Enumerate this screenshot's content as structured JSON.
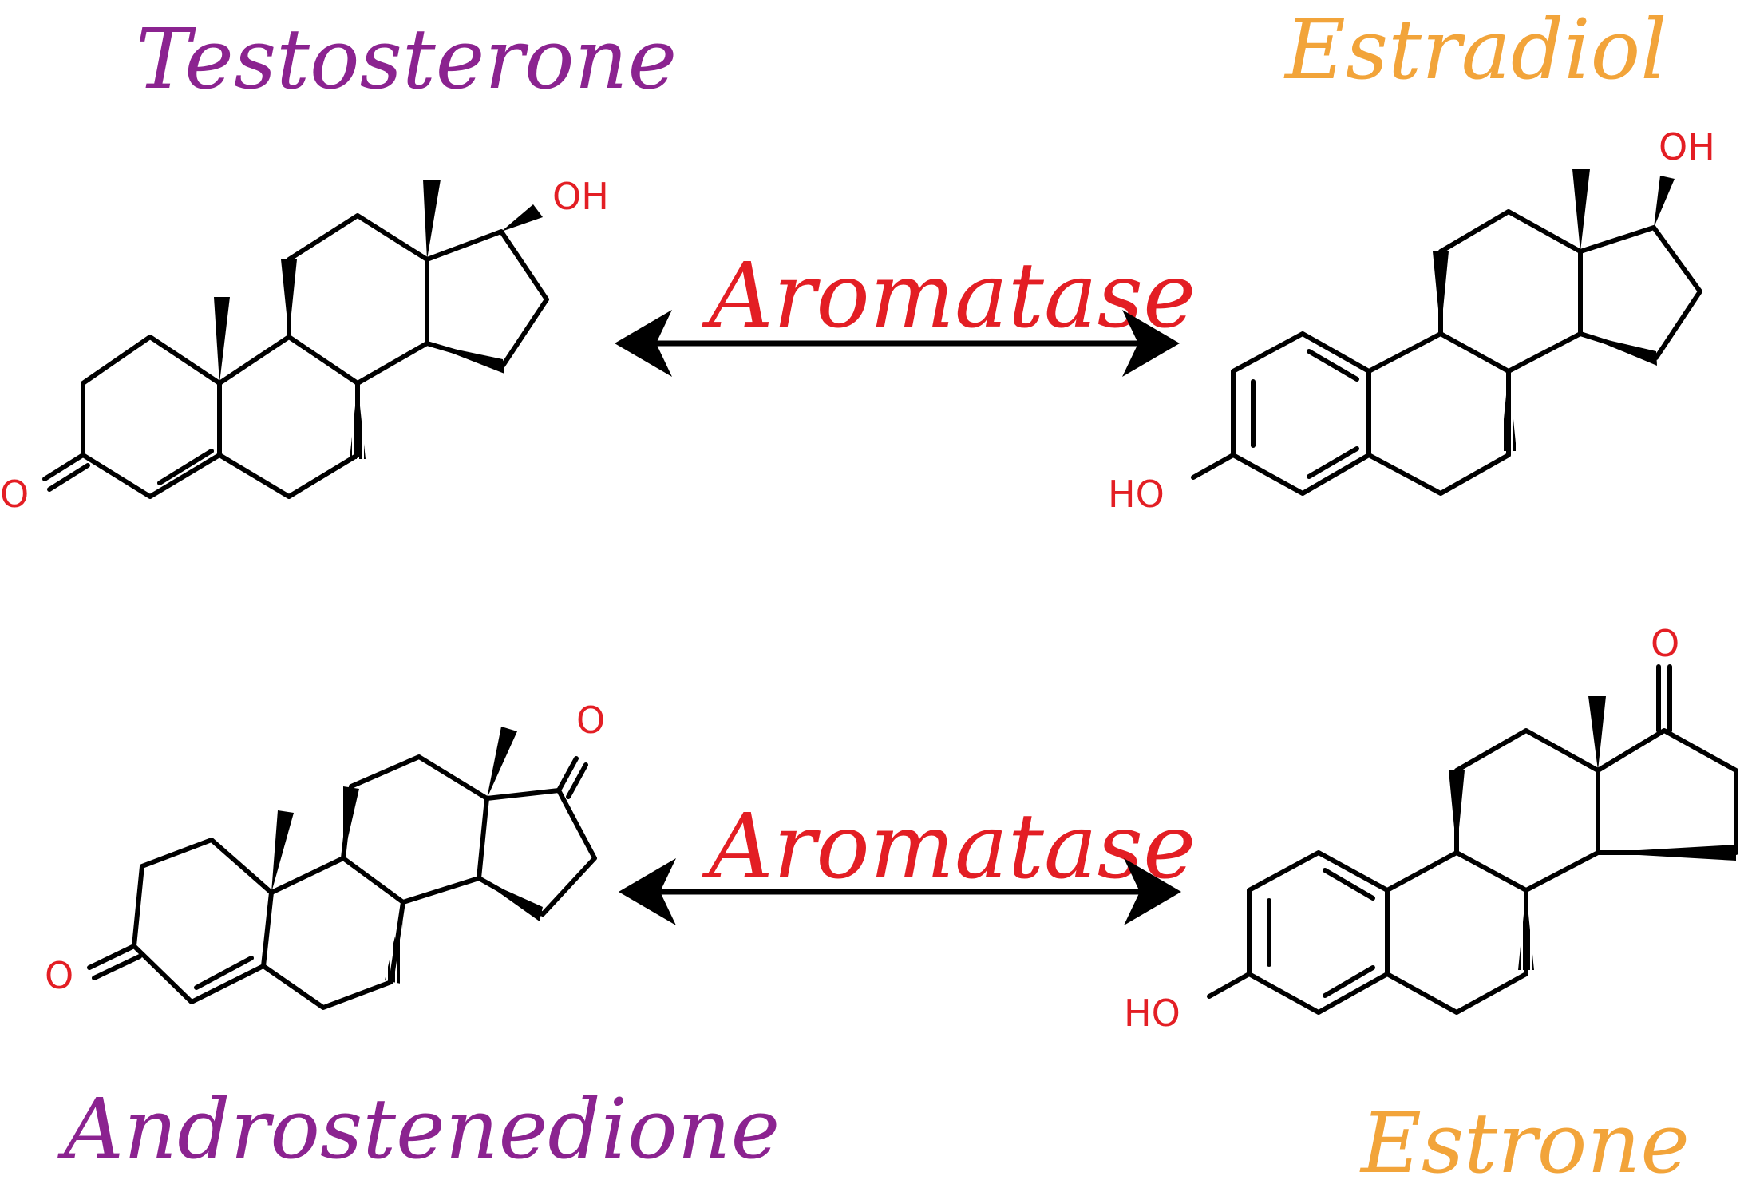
{
  "colors": {
    "androgen": "#8b2390",
    "estrogen": "#f2a43a",
    "enzyme": "#e31e24",
    "atom": "#e31e24",
    "bond": "#000000"
  },
  "molecules": {
    "testosterone": {
      "name": "Testosterone",
      "atoms": {
        "oh": "OH",
        "o": "O"
      }
    },
    "estradiol": {
      "name": "Estradiol",
      "atoms": {
        "oh": "OH",
        "ho": "HO"
      }
    },
    "androstenedione": {
      "name": "Androstenedione",
      "atoms": {
        "o17": "O",
        "o3": "O"
      }
    },
    "estrone": {
      "name": "Estrone",
      "atoms": {
        "o17": "O",
        "ho": "HO"
      }
    }
  },
  "conversions": [
    {
      "enzyme": "Aromatase"
    },
    {
      "enzyme": "Aromatase"
    }
  ]
}
